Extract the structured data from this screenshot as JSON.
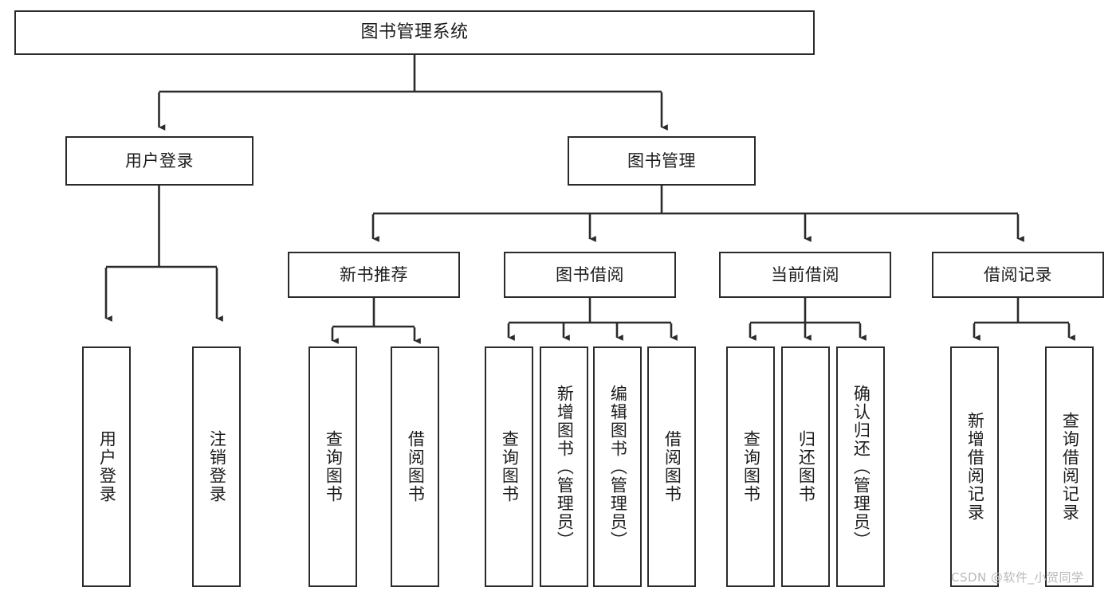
{
  "diagram": {
    "title": "图书管理系统",
    "type": "tree",
    "orientation": "top-down",
    "colors": {
      "box_border": "#2b2b2b",
      "box_fill": "#ffffff",
      "edge": "#2b2b2b",
      "text": "#1c1c1c",
      "background": "#ffffff",
      "watermark": "#b9b9b9"
    }
  },
  "watermark": {
    "text": "CSDN @软件_小贺同学"
  },
  "nodes": {
    "root": {
      "label": "图书管理系统",
      "level": 1
    },
    "level2": [
      {
        "id": "user-login",
        "label": "用户登录"
      },
      {
        "id": "book-manage",
        "label": "图书管理"
      }
    ],
    "level3": [
      {
        "id": "new-book-recommend",
        "label": "新书推荐",
        "parent": "book-manage"
      },
      {
        "id": "book-borrow",
        "label": "图书借阅",
        "parent": "book-manage"
      },
      {
        "id": "current-borrow",
        "label": "当前借阅",
        "parent": "book-manage"
      },
      {
        "id": "borrow-record",
        "label": "借阅记录",
        "parent": "book-manage"
      }
    ],
    "leaves": [
      {
        "id": "leaf-user-login",
        "label": "用户登录",
        "parent": "user-login"
      },
      {
        "id": "leaf-logout-login",
        "label": "注销登录",
        "parent": "user-login"
      },
      {
        "id": "leaf-query-book-1",
        "label": "查询图书",
        "parent": "new-book-recommend"
      },
      {
        "id": "leaf-borrow-book-1",
        "label": "借阅图书",
        "parent": "new-book-recommend"
      },
      {
        "id": "leaf-query-book-2",
        "label": "查询图书",
        "parent": "book-borrow"
      },
      {
        "id": "leaf-add-book",
        "label": "新增图书（管理员）",
        "parent": "book-borrow"
      },
      {
        "id": "leaf-edit-book",
        "label": "编辑图书（管理员）",
        "parent": "book-borrow"
      },
      {
        "id": "leaf-borrow-book-2",
        "label": "借阅图书",
        "parent": "book-borrow"
      },
      {
        "id": "leaf-query-book-3",
        "label": "查询图书",
        "parent": "current-borrow"
      },
      {
        "id": "leaf-return-book",
        "label": "归还图书",
        "parent": "current-borrow"
      },
      {
        "id": "leaf-confirm-return",
        "label": "确认归还（管理员）",
        "parent": "current-borrow"
      },
      {
        "id": "leaf-add-record",
        "label": "新增借阅记录",
        "parent": "borrow-record"
      },
      {
        "id": "leaf-query-record",
        "label": "查询借阅记录",
        "parent": "borrow-record"
      }
    ]
  }
}
